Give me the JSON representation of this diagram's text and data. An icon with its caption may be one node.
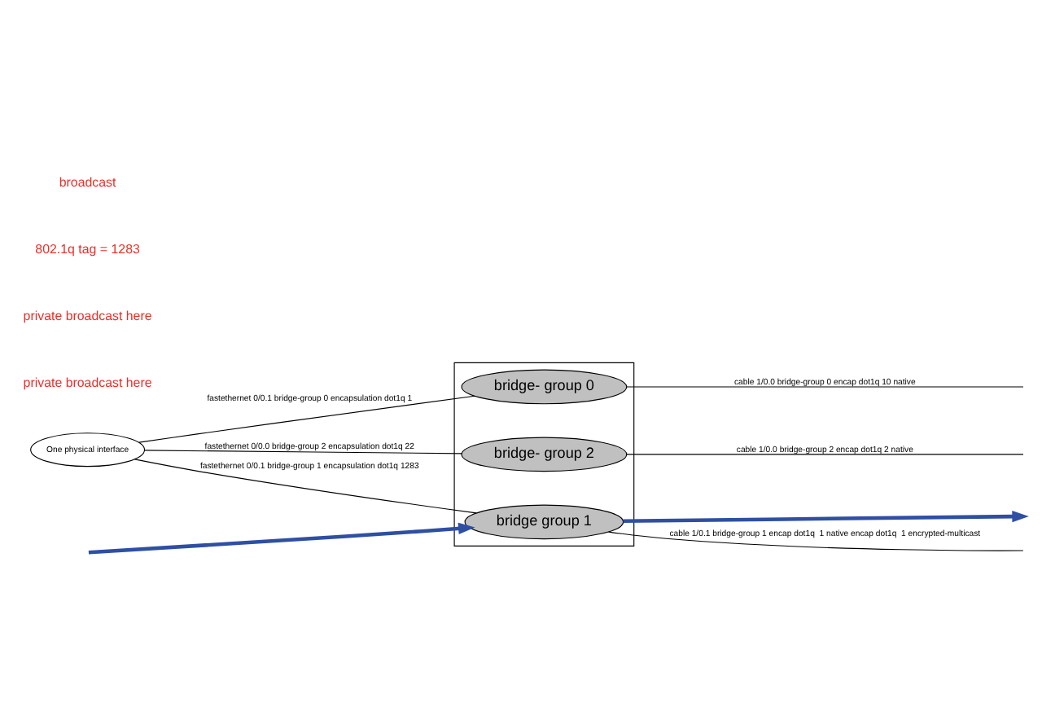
{
  "diagram": {
    "nodes": [
      {
        "text": [
          "One physical interface"
        ]
      },
      {
        "text": [],
        "shape": "box"
      },
      {
        "text": [
          "bridge- group 2"
        ],
        "in": 1
      },
      {
        "text": [
          "bridge group 1"
        ],
        "in": 1
      },
      {
        "text": [
          "bridge- group 0"
        ],
        "in": 1
      }
    ],
    "edges": [
      {
        "from": 0,
        "to": 2,
        "arrow": "none",
        "label": "fastethernet 0/0.0 bridge-group 2 encapsulation dot1q 22"
      },
      {
        "from": 0,
        "to": 3,
        "arrow": "none",
        "label": "fastethernet 0/0.1 bridge-group 1 encapsulation dot1q 1283"
      },
      {
        "from": 0,
        "to": 4,
        "arrow": "none",
        "label": "fastethernet 0/0.1 bridge-group 0 encapsulation dot1q 1"
      },
      {
        "from": 2,
        "to": null,
        "arrow": "none",
        "label": "cable 1/0.0 bridge-group 2 encap dot1q 2 native"
      },
      {
        "from": 3,
        "to": null,
        "arrow": "none",
        "label": "cable 1/0.1 bridge-group 1 encap dot1q  1 native encap dot1q  1 encrypted-multicast"
      },
      {
        "from": 4,
        "to": null,
        "arrow": "none",
        "label": "cable 1/0.0 bridge-group 0 encap dot1q 10 native"
      },
      {
        "from": 3,
        "to": null,
        "arrow": "to",
        "style": "thick",
        "color": "#2e4fa3"
      },
      {
        "from": null,
        "to": 3,
        "arrow": "to",
        "style": "thick",
        "color": "#2e4fa3"
      }
    ],
    "labels": [
      "private broadcast here",
      "private broadcast here",
      "802.1q tag = 1283",
      "broadcast"
    ]
  }
}
